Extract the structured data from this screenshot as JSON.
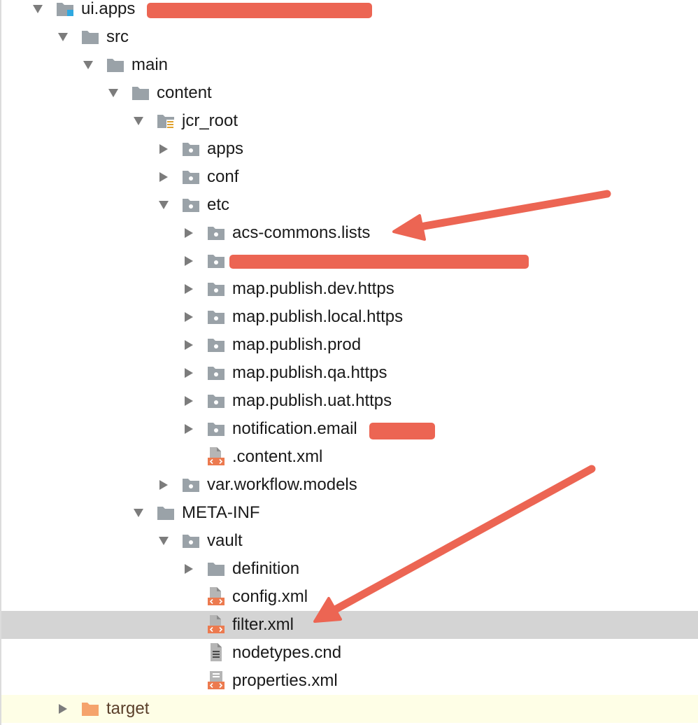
{
  "tree": {
    "items": [
      {
        "label": "ui.apps",
        "icon": "module-folder-icon",
        "expanded": true
      },
      {
        "label": "src",
        "icon": "folder-icon",
        "expanded": true
      },
      {
        "label": "main",
        "icon": "folder-icon",
        "expanded": true
      },
      {
        "label": "content",
        "icon": "folder-icon",
        "expanded": true
      },
      {
        "label": "jcr_root",
        "icon": "resource-root-folder-icon",
        "expanded": true
      },
      {
        "label": "apps",
        "icon": "package-folder-icon",
        "expanded": false
      },
      {
        "label": "conf",
        "icon": "package-folder-icon",
        "expanded": false
      },
      {
        "label": "etc",
        "icon": "package-folder-icon",
        "expanded": true
      },
      {
        "label": "acs-commons.lists",
        "icon": "package-folder-icon",
        "expanded": false
      },
      {
        "label": "",
        "icon": "package-folder-icon",
        "expanded": false
      },
      {
        "label": "map.publish.dev.https",
        "icon": "package-folder-icon",
        "expanded": false
      },
      {
        "label": "map.publish.local.https",
        "icon": "package-folder-icon",
        "expanded": false
      },
      {
        "label": "map.publish.prod",
        "icon": "package-folder-icon",
        "expanded": false
      },
      {
        "label": "map.publish.qa.https",
        "icon": "package-folder-icon",
        "expanded": false
      },
      {
        "label": "map.publish.uat.https",
        "icon": "package-folder-icon",
        "expanded": false
      },
      {
        "label": "notification.email",
        "icon": "package-folder-icon",
        "expanded": false
      },
      {
        "label": ".content.xml",
        "icon": "xml-file-icon"
      },
      {
        "label": "var.workflow.models",
        "icon": "package-folder-icon",
        "expanded": false
      },
      {
        "label": "META-INF",
        "icon": "folder-icon",
        "expanded": true
      },
      {
        "label": "vault",
        "icon": "package-folder-icon",
        "expanded": true
      },
      {
        "label": "definition",
        "icon": "folder-icon",
        "expanded": false
      },
      {
        "label": "config.xml",
        "icon": "xml-file-icon"
      },
      {
        "label": "filter.xml",
        "icon": "xml-file-icon",
        "selected": true
      },
      {
        "label": "nodetypes.cnd",
        "icon": "text-file-icon"
      },
      {
        "label": "properties.xml",
        "icon": "xml-properties-file-icon"
      },
      {
        "label": "target",
        "icon": "excluded-folder-icon",
        "expanded": false
      }
    ]
  },
  "colors": {
    "selection": "#d4d4d4",
    "target_row_background": "#fefee6",
    "folder_gray": "#9aa2a8",
    "xml_orange": "#ec7a4f",
    "annotation_red": "#ec6553",
    "module_blue": "#2fa8e0",
    "target_folder_orange": "#f5a36c"
  }
}
